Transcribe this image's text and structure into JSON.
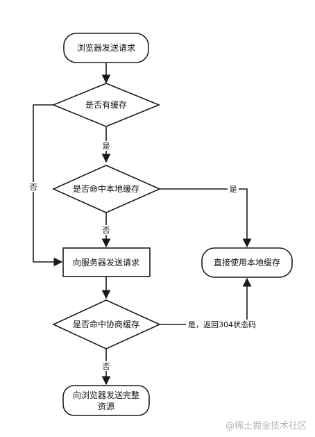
{
  "nodes": {
    "start": "浏览器发送请求",
    "has_cache": "是否有缓存",
    "hit_local": "是否命中本地缓存",
    "send_server": "向服务器发送请求",
    "use_local": "直接使用本地缓存",
    "hit_negotiate": "是否命中协商缓存",
    "full_resource_line1": "向浏览器发送完整",
    "full_resource_line2": "资源"
  },
  "edges": {
    "has_cache_yes": "是",
    "has_cache_no": "否",
    "hit_local_yes": "是",
    "hit_local_no": "否",
    "negotiate_yes": "是，返回304状态码",
    "negotiate_no": "否"
  },
  "watermark": "@稀土掘金技术社区"
}
